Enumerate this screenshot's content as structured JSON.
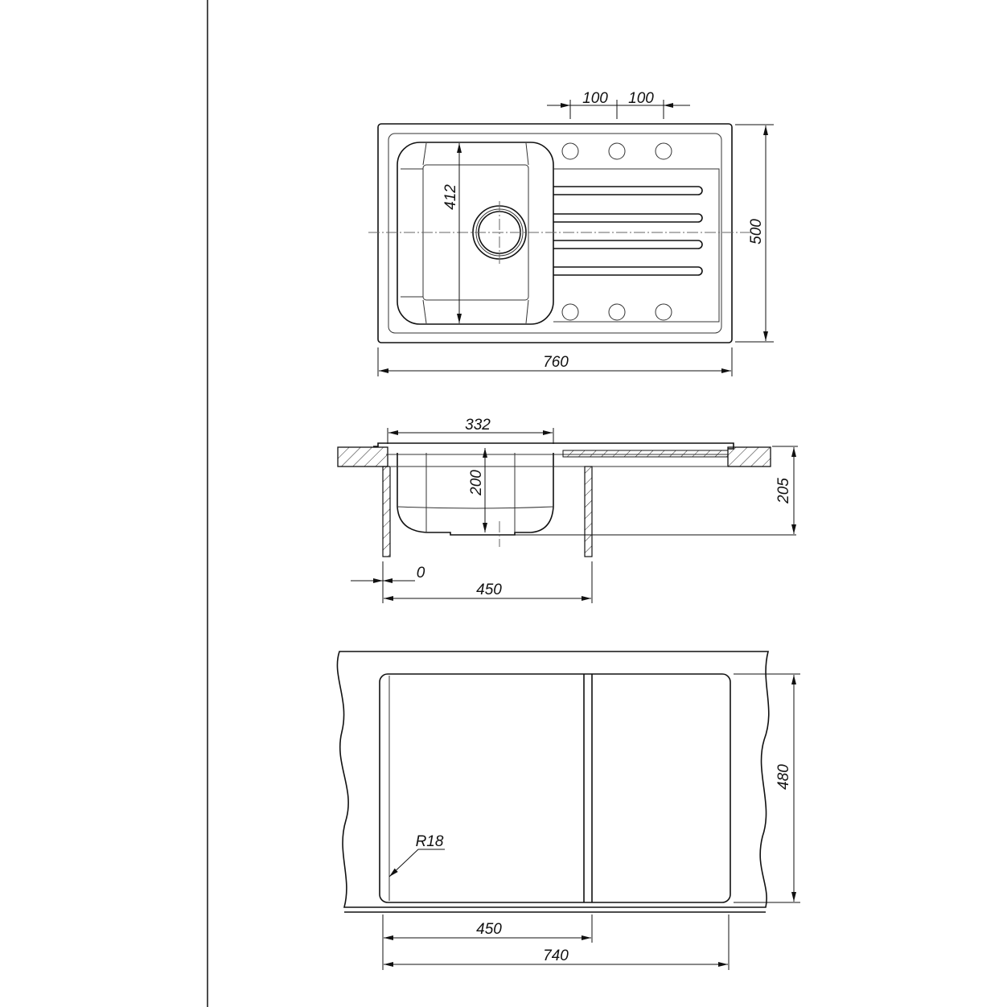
{
  "title": "Sink dimension drawing",
  "top_view": {
    "hole_spacing_1": "100",
    "hole_spacing_2": "100",
    "bowl_length": "412",
    "depth": "500",
    "width": "760"
  },
  "side_view": {
    "bowl_width": "332",
    "bowl_depth": "200",
    "total_height": "205",
    "offset": "0",
    "cabinet_width": "450"
  },
  "cutout_view": {
    "radius": "R18",
    "depth": "480",
    "cabinet_width": "450",
    "cutout_width": "740"
  }
}
